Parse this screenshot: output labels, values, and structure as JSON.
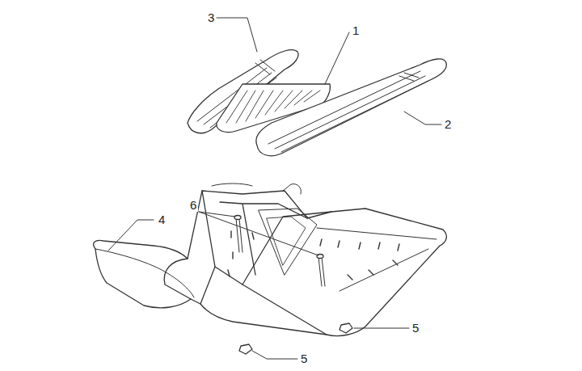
{
  "diagram": {
    "labels": [
      "3",
      "1",
      "2",
      "4",
      "6",
      "5",
      "5"
    ]
  }
}
